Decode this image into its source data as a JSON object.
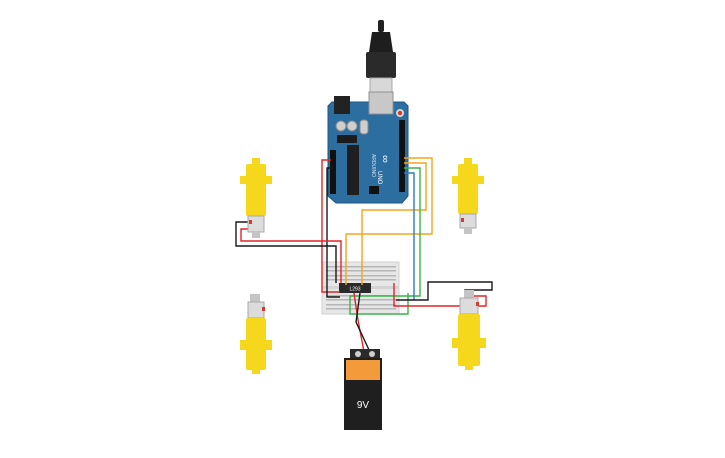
{
  "circuit": {
    "board": {
      "logo_symbol": "∞",
      "model_label": "UNO",
      "brand_label": "ARDUINO"
    },
    "driver_chip": {
      "label": "L293"
    },
    "battery": {
      "voltage_label": "9V"
    },
    "colors": {
      "board_blue": "#2c6ea0",
      "motor_yellow": "#f5d81c",
      "wire_red": "#e0262b",
      "wire_black": "#1a1a1a",
      "wire_orange": "#f2a51a",
      "wire_green": "#3bb34a",
      "wire_blue": "#2f78c8",
      "battery_orange": "#f39a3b",
      "breadboard_gray": "#e6e6e6"
    }
  }
}
